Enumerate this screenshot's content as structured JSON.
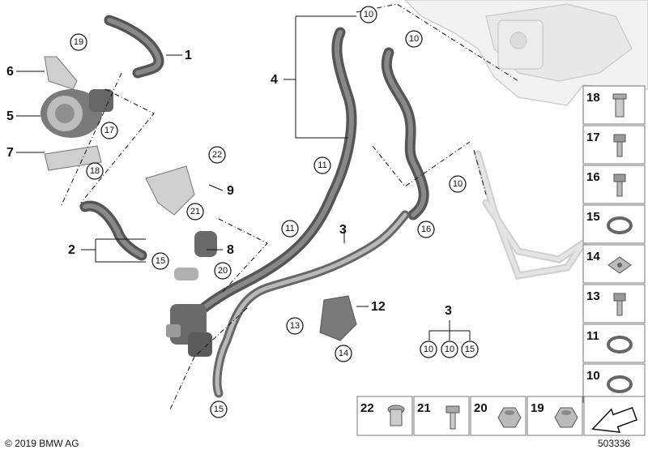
{
  "copyright": "© 2019 BMW AG",
  "diagram_number": "503336",
  "side_panel_items": [
    "18",
    "17",
    "16",
    "15",
    "14",
    "13",
    "11",
    "10"
  ],
  "bottom_panel_items": [
    "22",
    "21",
    "20",
    "19"
  ],
  "callouts": {
    "c1": "1",
    "c2": "2",
    "c3a": "3",
    "c3b": "3",
    "c4": "4",
    "c5": "5",
    "c6": "6",
    "c7": "7",
    "c8": "8",
    "c9": "9",
    "c12": "12"
  },
  "circles": {
    "k19": "19",
    "k17": "17",
    "k18": "18",
    "k22": "22",
    "k21": "21",
    "k15a": "15",
    "k20": "20",
    "k10a": "10",
    "k10b": "10",
    "k11a": "11",
    "k11b": "11",
    "k16": "16",
    "k10c": "10",
    "k13": "13",
    "k14": "14",
    "k10d": "10",
    "k10e": "10",
    "k15b": "15",
    "k15c": "15"
  },
  "icons": [
    "bolt-icon",
    "clamp-icon",
    "nut-icon",
    "rivet-icon",
    "arrow-icon"
  ]
}
